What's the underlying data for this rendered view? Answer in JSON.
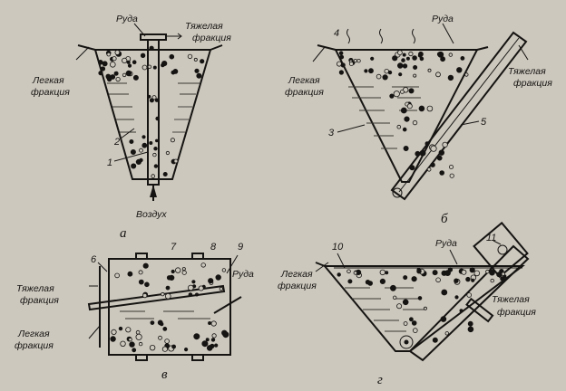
{
  "figures": {
    "a": {
      "letter": "а",
      "label_ore": "Руда",
      "label_heavy": [
        "Тяжелая",
        "фракция"
      ],
      "label_light": [
        "Легкая",
        "фракция"
      ],
      "label_air": "Воздух",
      "numbers": [
        "1",
        "2"
      ]
    },
    "b": {
      "letter": "б",
      "label_ore": "Руда",
      "label_heavy": [
        "Тяжелая",
        "фракция"
      ],
      "label_light": [
        "Легкая",
        "фракция"
      ],
      "numbers": [
        "3",
        "4",
        "5"
      ]
    },
    "v": {
      "letter": "в",
      "label_ore": "Руда",
      "label_heavy": [
        "Тяжелая",
        "фракция"
      ],
      "label_light": [
        "Легкая",
        "фракция"
      ],
      "numbers": [
        "6",
        "7",
        "8",
        "9"
      ]
    },
    "g": {
      "letter": "г",
      "label_ore": "Руда",
      "label_heavy": [
        "Тяжелая",
        "фракция"
      ],
      "label_light": [
        "Легкая",
        "фракция"
      ],
      "numbers": [
        "10",
        "11"
      ]
    }
  },
  "colors": {
    "ink": "#161412",
    "paper": "#ccc8be"
  }
}
